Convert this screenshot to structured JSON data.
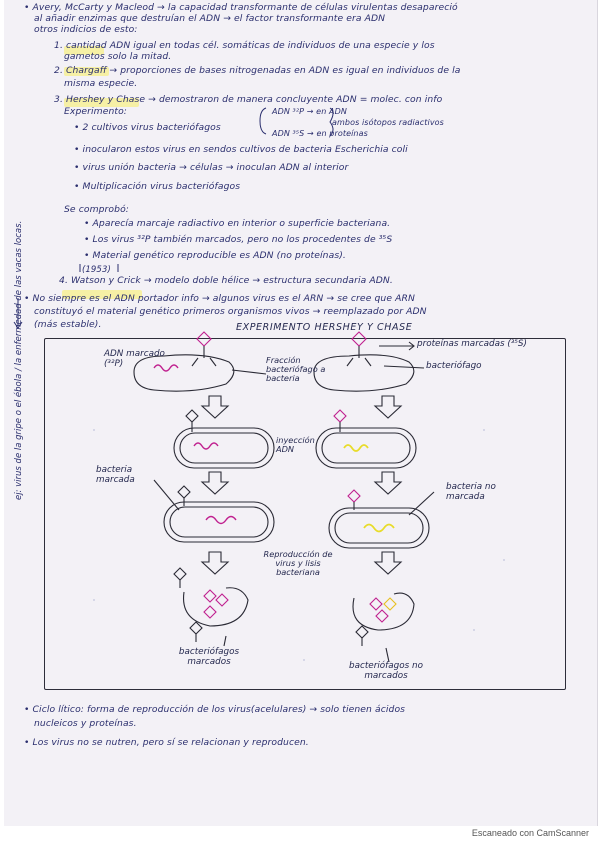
{
  "lines": [
    {
      "text": "• Avery, McCarty y Macleod → la capacidad transformante de células virulentas desapareció"
    },
    {
      "text": "al añadir enzimas que destruían el ADN → el factor transformante era ADN"
    },
    {
      "text": "otros indicios de esto:"
    },
    {
      "text": "1. cantidad ADN igual en todas cél. somáticas de individuos de una especie y los"
    },
    {
      "text": "gametos solo la mitad."
    },
    {
      "text": "2. Chargaff → proporciones de bases nitrogenadas en ADN es igual en individuos de la"
    },
    {
      "text": "misma especie."
    },
    {
      "text": "3. Hershey y Chase → demostraron de manera concluyente ADN = molec. con info"
    },
    {
      "text": "Experimento:"
    },
    {
      "text": "• 2 cultivos virus bacteriófagos"
    },
    {
      "text": "ADN ³²P → en ADN"
    },
    {
      "text": "ambos isótopos radiactivos"
    },
    {
      "text": "ADN ³⁵S → en proteínas"
    },
    {
      "text": "• inocularon estos virus en sendos cultivos de bacteria Escherichia coli"
    },
    {
      "text": "• virus unión bacteria → células → inoculan ADN al interior"
    },
    {
      "text": "• Multiplicación virus bacteriófagos"
    },
    {
      "text": "Se comprobó:"
    },
    {
      "text": "• Aparecía marcaje radiactivo en interior o superficie bacteriana."
    },
    {
      "text": "• Los virus ³²P también marcados, pero no los procedentes de ³⁵S"
    },
    {
      "text": "• Material genético reproducible es ADN (no proteínas)."
    },
    {
      "text": "(1953)"
    },
    {
      "text": "4. Watson y Crick → modelo doble hélice → estructura secundaria ADN."
    },
    {
      "text": "• No siempre es el ADN portador info → algunos virus es el ARN → se cree que ARN"
    },
    {
      "text": "constituyó el material genético primeros organismos vivos → reemplazado por ADN"
    },
    {
      "text": "(más estable)."
    }
  ],
  "margin_note": "ej: virus de la gripe o el ébola / la enfermedad de las vacas locas.",
  "diagram": {
    "title": "EXPERIMENTO HERSHEY Y CHASE",
    "labels": {
      "adn_marcado": "ADN marcado (³²P)",
      "fraccion": "Fracción bacteriófago a bacteria",
      "proteinas_marcadas": "proteínas marcadas (³⁵S)",
      "bacteriofago": "bacteriófago",
      "inyeccion": "inyección ADN",
      "bacteria_marcada": "bacteria marcada",
      "bacteria_no_marcada": "bacteria no marcada",
      "reproduccion": "Reproducción de virus y lisis bacteriana",
      "bact_marcados": "bacteriófagos marcados",
      "bact_no_marcados": "bacteriófagos no marcados"
    }
  },
  "bottom_lines": [
    {
      "text": "• Ciclo lítico: forma de reproducción de los virus(acelulares) → solo tienen ácidos"
    },
    {
      "text": "nucleicos y proteínas."
    },
    {
      "text": "• Los virus no se nutren, pero sí se relacionan y reproducen."
    }
  ],
  "footer": "Escaneado con CamScanner",
  "colors": {
    "ink": "#2b2f6e",
    "highlight": "#f7ef8a",
    "marker_pink": "#c0208f",
    "marker_yellow": "#e8dc2a"
  }
}
